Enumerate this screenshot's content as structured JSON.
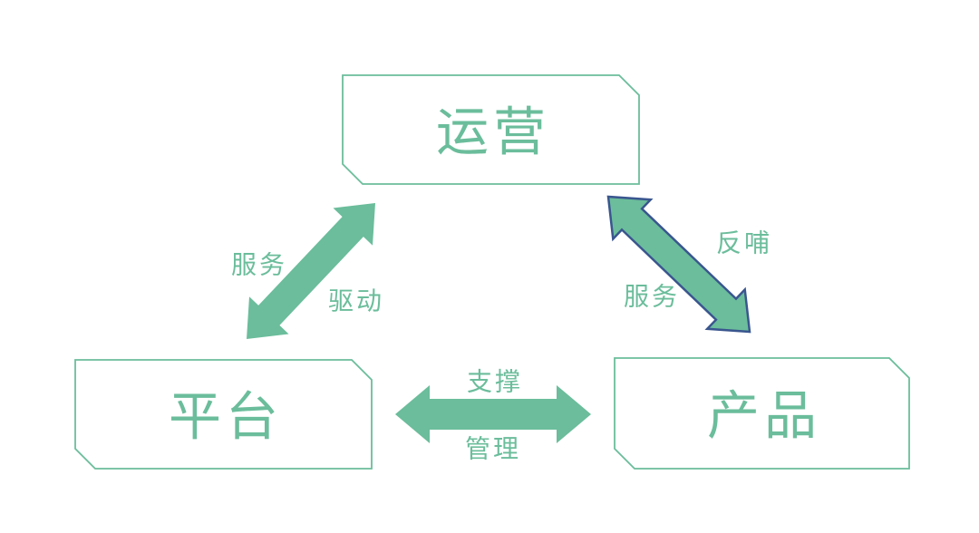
{
  "colors": {
    "green": "#6BBD9B",
    "blue": "#3A568F",
    "background": "#FFFFFF"
  },
  "nodes": {
    "operations": {
      "label": "运营"
    },
    "platform": {
      "label": "平台"
    },
    "product": {
      "label": "产品"
    }
  },
  "edges": {
    "platform_operations": {
      "label_upper": "服务",
      "label_lower": "驱动"
    },
    "operations_product": {
      "label_upper": "反哺",
      "label_lower": "服务"
    },
    "platform_product": {
      "label_upper": "支撑",
      "label_lower": "管理"
    }
  }
}
